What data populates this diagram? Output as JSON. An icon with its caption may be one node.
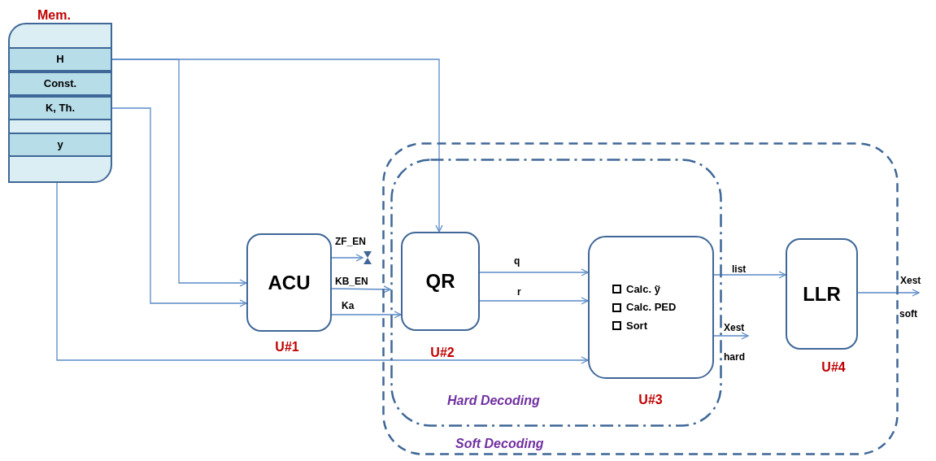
{
  "diagram": {
    "nodes": [
      {
        "text": [
          "Mem."
        ]
      },
      {
        "text": [
          "H"
        ],
        "in": 0
      },
      {
        "text": [
          "Const."
        ],
        "in": 0
      },
      {
        "text": [
          "K, Th."
        ],
        "in": 0
      },
      {
        "text": [
          "y"
        ],
        "in": 0
      },
      {
        "text": [
          "Soft Decoding"
        ]
      },
      {
        "text": [
          "Hard Decoding"
        ],
        "in": 5
      },
      {
        "text": [
          "ACU"
        ],
        "beside": [
          "U#1"
        ]
      },
      {
        "text": [
          "QR"
        ],
        "in": 6,
        "beside": [
          "U#2"
        ]
      },
      {
        "text": [
          "Calc. ỹ",
          "Calc. PED",
          "Sort"
        ],
        "in": 6,
        "beside": [
          "U#3"
        ]
      },
      {
        "text": [
          "LLR"
        ],
        "in": 5,
        "beside": [
          "U#4"
        ]
      },
      {
        "text": [],
        "shape": "hourglass"
      }
    ],
    "edges": [
      {
        "from": 1,
        "to": 8,
        "arrow": "to"
      },
      {
        "from": 1,
        "to": 7,
        "arrow": "to"
      },
      {
        "from": 3,
        "to": 7,
        "arrow": "to"
      },
      {
        "from": 4,
        "to": 9,
        "arrow": "to"
      },
      {
        "from": 7,
        "to": 11,
        "arrow": "to",
        "label": "ZF_EN"
      },
      {
        "from": 7,
        "to": 6,
        "arrow": "to",
        "label": "KB_EN"
      },
      {
        "from": 7,
        "to": 8,
        "arrow": "to",
        "label": "Ka"
      },
      {
        "from": 8,
        "to": 9,
        "arrow": "to",
        "label": "q"
      },
      {
        "from": 8,
        "to": 9,
        "arrow": "to",
        "label": "r"
      },
      {
        "from": 9,
        "to": 10,
        "arrow": "to",
        "label": "list"
      },
      {
        "from": 9,
        "to": null,
        "arrow": "to",
        "label": "Xest"
      },
      {
        "from": 10,
        "to": null,
        "arrow": "to",
        "label": "Xest"
      }
    ],
    "labels": [
      "hard",
      "soft"
    ]
  }
}
